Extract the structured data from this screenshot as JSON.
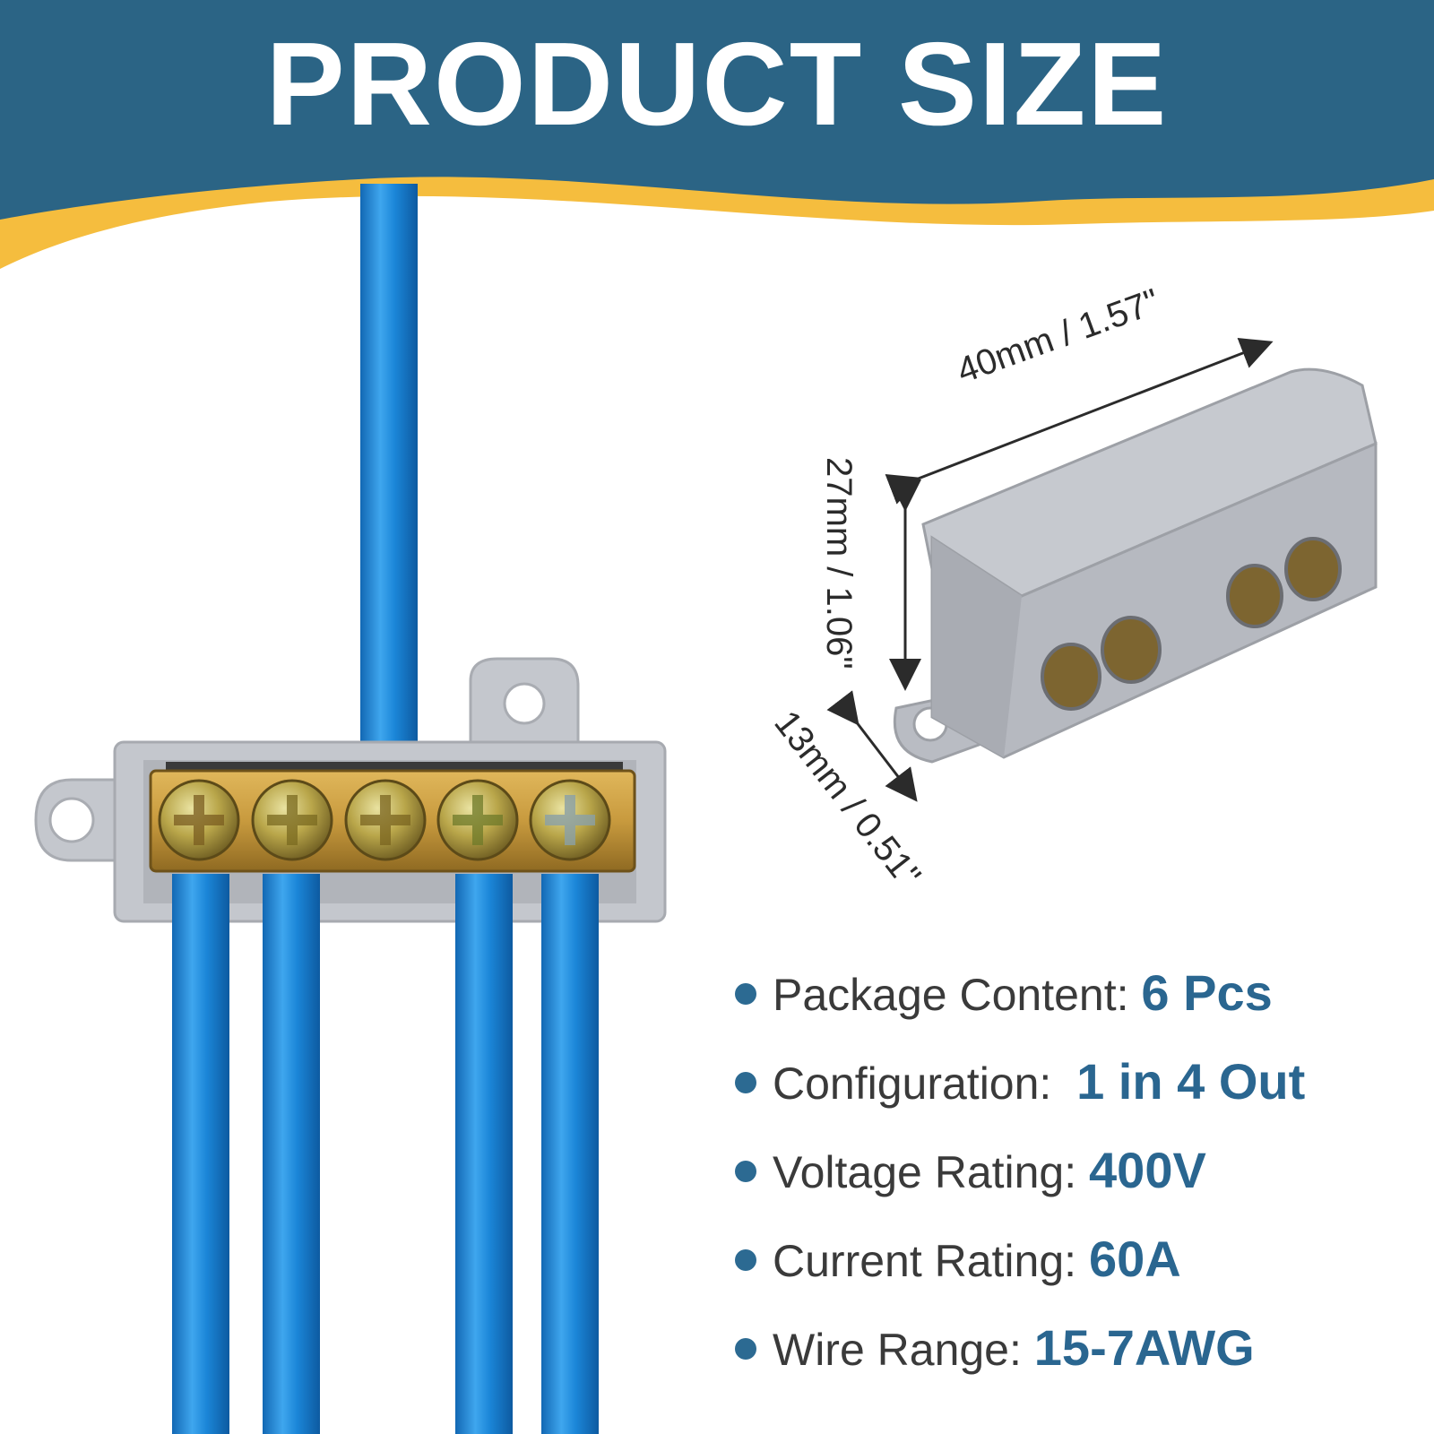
{
  "title": "PRODUCT SIZE",
  "colors": {
    "header_blue": "#2b6485",
    "accent_yellow": "#f5bd3e",
    "wire_blue": "#1f86d6",
    "housing_gray": "#b9bcc3",
    "brass": "#c6993f",
    "value_blue": "#2a6690"
  },
  "dimensions": {
    "width": "40mm / 1.57\"",
    "height": "27mm / 1.06\"",
    "depth": "13mm / 0.51\""
  },
  "specs": [
    {
      "label": "Package Content: ",
      "value": "6 Pcs"
    },
    {
      "label": "Configuration:  ",
      "value": "1 in 4 Out"
    },
    {
      "label": "Voltage Rating: ",
      "value": "400V"
    },
    {
      "label": "Current Rating: ",
      "value": "60A"
    },
    {
      "label": "Wire Range: ",
      "value": "15-7AWG"
    }
  ]
}
